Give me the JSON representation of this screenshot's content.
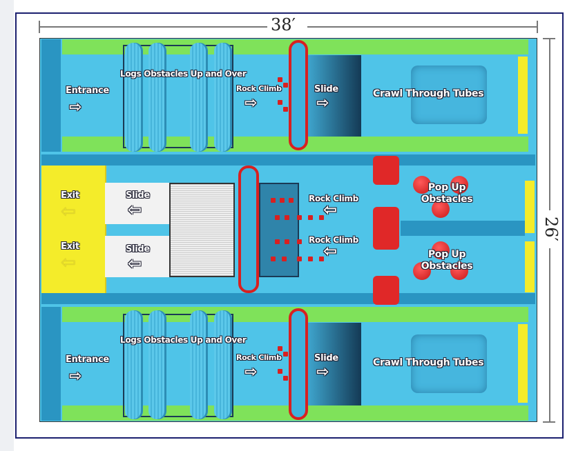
{
  "dimensions": {
    "width": "38′",
    "height": "26′"
  },
  "top_lane": {
    "entrance": "Entrance",
    "logs": "Logs Obstacles Up and Over",
    "rock_climb": "Rock Climb",
    "slide": "Slide",
    "crawl": "Crawl Through Tubes"
  },
  "bottom_lane": {
    "entrance": "Entrance",
    "logs": "Logs Obstacles Up and Over",
    "rock_climb": "Rock Climb",
    "slide": "Slide",
    "crawl": "Crawl Through Tubes"
  },
  "middle": {
    "exit_1": "Exit",
    "exit_2": "Exit",
    "slide_1": "Slide",
    "slide_2": "Slide",
    "rock_climb_1": "Rock Climb",
    "rock_climb_2": "Rock Climb",
    "popup_1": "Pop Up Obstacles",
    "popup_2": "Pop Up Obstacles"
  },
  "colors": {
    "frame": "#1a1f6e",
    "green": "#7fe25a",
    "blue": "#4fc4e8",
    "red": "#e02828",
    "yellow": "#f4ec2a"
  }
}
